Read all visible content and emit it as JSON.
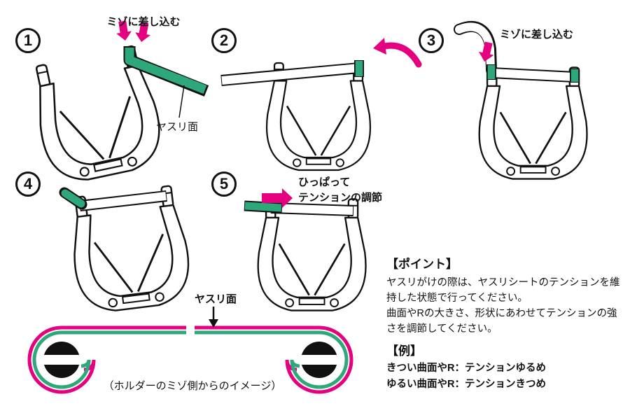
{
  "colors": {
    "pink": "#e4007f",
    "green": "#2ea87a",
    "ink": "#111111",
    "paper": "#ffffff"
  },
  "steps": [
    {
      "number": "1",
      "insert_label": "ミゾに差し込む",
      "surface_label": "ヤスリ面"
    },
    {
      "number": "2"
    },
    {
      "number": "3",
      "insert_label": "ミゾに差し込む"
    },
    {
      "number": "4"
    },
    {
      "number": "5",
      "pull_label_line1": "ひっぱって",
      "pull_label_line2": "テンションの調節"
    }
  ],
  "cross_section": {
    "surface_label": "ヤスリ面",
    "caption": "（ホルダーのミゾ側からのイメージ）"
  },
  "notes": {
    "point_title": "【ポイント】",
    "point_lines": [
      "ヤスリがけの際は、ヤスリシートのテンションを維",
      "持した状態で行ってください。",
      "曲面やRの大きさ、形状にあわせてテンションの強",
      "さを調節してください。"
    ],
    "example_title": "【例】",
    "example_lines": [
      "きつい曲面やR：テンションゆるめ",
      "ゆるい曲面やR：テンションきつめ"
    ]
  }
}
